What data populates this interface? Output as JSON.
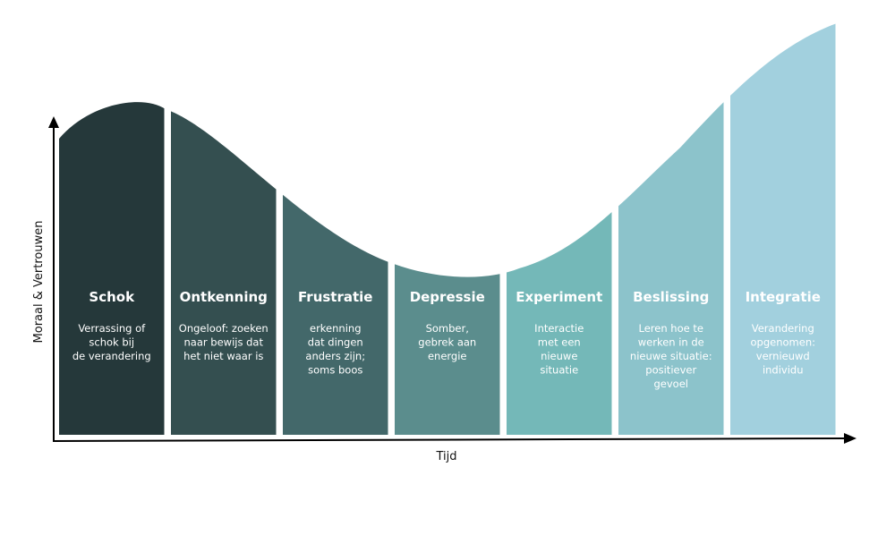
{
  "axes": {
    "y_label": "Moraal & Vertrouwen",
    "x_label": "Tijd"
  },
  "phases": [
    {
      "title": "Schok",
      "lines": [
        "Verrassing of",
        "schok bij",
        "de verandering"
      ],
      "color": "#25383a",
      "text_color": "#ffffff"
    },
    {
      "title": "Ontkenning",
      "lines": [
        "Ongeloof: zoeken",
        "naar bewijs dat",
        "het niet waar is"
      ],
      "color": "#344f50",
      "text_color": "#ffffff"
    },
    {
      "title": "Frustratie",
      "lines": [
        "erkenning",
        "dat dingen",
        "anders zijn;",
        "soms boos"
      ],
      "color": "#43686a",
      "text_color": "#ffffff"
    },
    {
      "title": "Depressie",
      "lines": [
        "Somber,",
        "gebrek aan",
        "energie"
      ],
      "color": "#5b8d8d",
      "text_color": "#ffffff"
    },
    {
      "title": "Experiment",
      "lines": [
        "Interactie",
        "met een",
        "nieuwe",
        "situatie"
      ],
      "color": "#74b8b8",
      "text_color": "#ffffff"
    },
    {
      "title": "Beslissing",
      "lines": [
        "Leren hoe te",
        "werken in de",
        "nieuwe situatie:",
        "positiever",
        "gevoel"
      ],
      "color": "#8cc3cb",
      "text_color": "#ffffff"
    },
    {
      "title": "Integratie",
      "lines": [
        "Verandering",
        "opgenomen:",
        "vernieuwd",
        "individu"
      ],
      "color": "#a2d0de",
      "text_color": "#ffffff"
    }
  ]
}
